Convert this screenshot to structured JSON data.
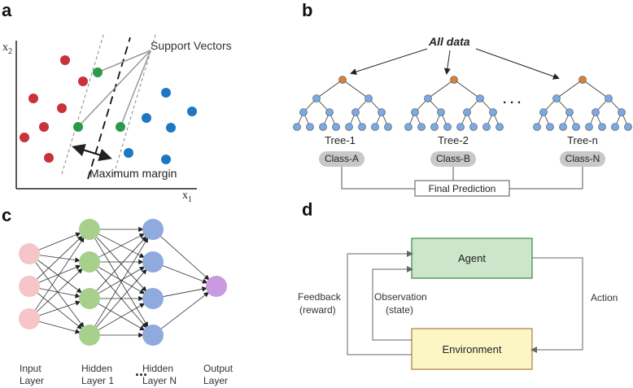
{
  "panels": {
    "a": "a",
    "b": "b",
    "c": "c",
    "d": "d"
  },
  "svm": {
    "x_axis": "x",
    "x_sub": "1",
    "y_axis": "x",
    "y_sub": "2",
    "support_vectors_label": "Support Vectors",
    "margin_label": "Maximum margin",
    "colors": {
      "red": "#c8323a",
      "green": "#2a9a4a",
      "blue": "#1f77c4"
    }
  },
  "forest": {
    "all_data": "All data",
    "ellipsis": ". . .",
    "trees": [
      {
        "name": "Tree-1",
        "class": "Class-A"
      },
      {
        "name": "Tree-2",
        "class": "Class-B"
      },
      {
        "name": "Tree-n",
        "class": "Class-N"
      }
    ],
    "final_prediction": "Final Prediction",
    "colors": {
      "orange": "#d4813d",
      "blue": "#7aa9e3",
      "class_box": "#c8c8c8"
    }
  },
  "nn": {
    "input": [
      "Input",
      "Layer"
    ],
    "hidden1": [
      "Hidden",
      "Layer 1"
    ],
    "hiddenN": [
      "Hidden",
      "Layer N"
    ],
    "output": [
      "Output",
      "Layer"
    ],
    "dots": "...",
    "colors": {
      "input": "#f5c5c8",
      "hidden1": "#a8d08d",
      "hiddenN": "#8faadc",
      "output": "#c99ae0"
    }
  },
  "rl": {
    "agent": "Agent",
    "environment": "Environment",
    "action": "Action",
    "feedback": [
      "Feedback",
      "(reward)"
    ],
    "observation": [
      "Observation",
      "(state)"
    ],
    "colors": {
      "agent_fill": "#cde6cb",
      "agent_stroke": "#3a8a3a",
      "env_fill": "#fbf6c3",
      "env_stroke": "#b07a4a"
    }
  }
}
